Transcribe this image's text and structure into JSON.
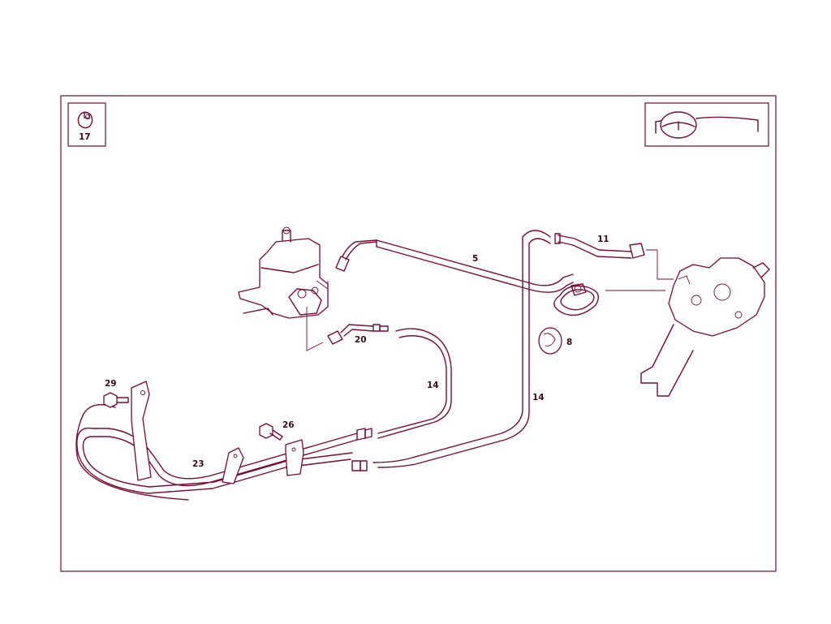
{
  "callouts": {
    "c17": "17",
    "c5": "5",
    "c11": "11",
    "c8": "8",
    "c20": "20",
    "c14a": "14",
    "c14b": "14",
    "c29": "29",
    "c26": "26",
    "c23": "23"
  },
  "colors": {
    "line": "#7a0a2e",
    "frame": "#6b0f2a",
    "label": "#3a0a18",
    "background": "#ffffff"
  },
  "icons": {
    "steering_wheel": "steering-wheel-icon",
    "hose_clamp": "hose-clamp-icon"
  }
}
